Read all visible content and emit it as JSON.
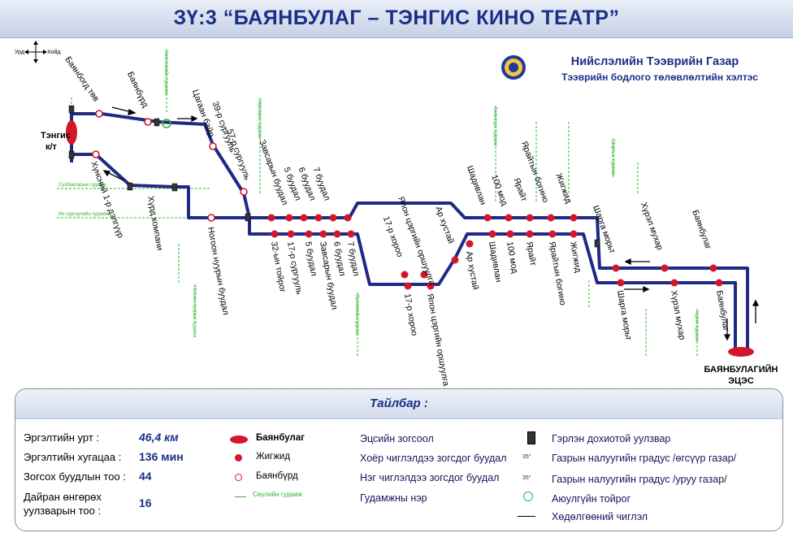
{
  "title": "ЗҮ:3 “БАЯНБУЛАГ – ТЭНГИС КИНО ТЕАТР”",
  "agency": {
    "name": "Нийслэлийн Тээврийн Газар",
    "dept": "Тээврийн бодлого төлөвлөлтийн хэлтэс"
  },
  "compass": {
    "west": "Урд",
    "east": "Хойд"
  },
  "terminals": {
    "start_line1": "Тэнгис",
    "start_line2": "к/т",
    "end_line1": "БАЯНБУЛАГИЙН",
    "end_line2": "ЭЦЭС"
  },
  "stops_top": [
    "Баянбогд төв",
    "Баянбүрд",
    "Цагаан байр",
    "39-р сургууль",
    "57-р сургууль",
    "Завсарын буудал",
    "5 буудал",
    "6 буудал",
    "7 буудал",
    "17-р хороо",
    "Япон цэргийн оршуулга",
    "Ар хустай",
    "Шадивлан",
    "100 мод",
    "Ярайт",
    "Ярайтын богино",
    "Жигжид",
    "Шарга морьт",
    "Хүрэл мухар",
    "Баянбулаг"
  ],
  "stops_bottom": [
    "Хүнсний 1-р дэлгүүр",
    "Хүрд компани",
    "Ногоон нуурын буудал",
    "32-ын тойрог",
    "17-р сургууль",
    "5 буудал",
    "Завсарын буудал",
    "6 буудал",
    "7 буудал",
    "17-р хороо",
    "Япон цэргийн оршуулга",
    "Ар хустай",
    "Шадивлан",
    "100 мод",
    "Ярайт",
    "Ярайтын богино",
    "Жигжид",
    "Шарга морьт",
    "Хүрэл мухар",
    "Баянбулаг"
  ],
  "streets": [
    "Сүхбаатарын гудамж",
    "Их сургуулийн гудамж",
    "Хөвсгөлийн гудамж",
    "Хархорин гудамж",
    "Ногоон нуурын гудамж",
    "Өргөөгийн гудамж",
    "Баянзүрх гудамж",
    "Шаргын гудамж",
    "Хүрэл гудамж"
  ],
  "legend": {
    "heading": "Тайлбар :",
    "stats": [
      {
        "label": "Эргэлтийн урт :",
        "value": "46,4 км"
      },
      {
        "label": "Эргэлтийн хугацаа :",
        "value": "136 мин"
      },
      {
        "label": "Зогсох буудлын тоо :",
        "value": "44"
      },
      {
        "label_line1": "Дайран өнгөрөх",
        "label_line2": "уулзварын тоо :",
        "value": "16"
      }
    ],
    "symbols": [
      {
        "sample": "Баянбулаг",
        "desc": "Эцсийн зогсоол"
      },
      {
        "sample": "Жигжид",
        "desc": "Хоёр чиглэлдээ зогсдог буудал"
      },
      {
        "sample": "Баянбүрд",
        "desc": "Нэг чиглэлдээ зогсдог буудал"
      },
      {
        "sample": "Сөүлийн гудамж",
        "desc": "Гудамжны нэр"
      }
    ],
    "symbols_right": [
      {
        "desc": "Гэрлэн дохиотой уулзвар"
      },
      {
        "angle": "35°",
        "desc": "Газрын налуугийн градус /өгсүүр газар/"
      },
      {
        "angle": "35°",
        "desc": "Газрын налуугийн градус /уруу газар/"
      },
      {
        "desc": "Аюулгүйн тойрог"
      },
      {
        "desc": "Хөдөлгөөний чиглэл"
      }
    ]
  },
  "colors": {
    "route": "#1e2a86",
    "stop": "#d4162c",
    "street": "#2fb52f",
    "title": "#1a2f86"
  }
}
